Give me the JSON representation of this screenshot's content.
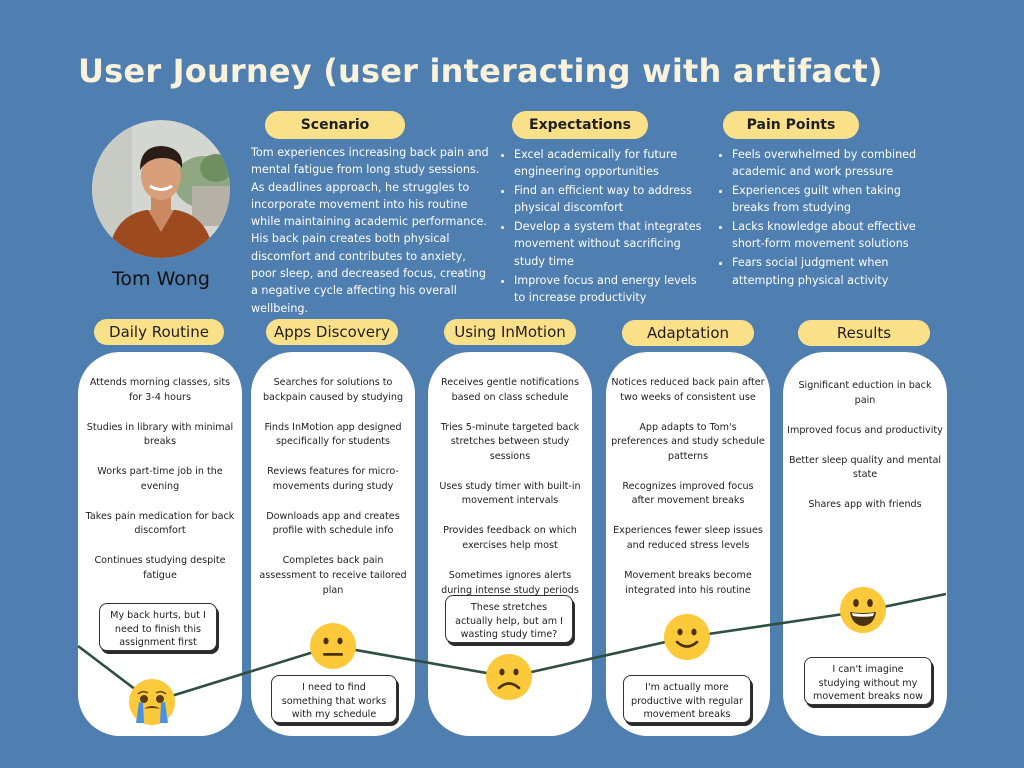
{
  "title": "User Journey (user interacting with artifact)",
  "persona": {
    "name": "Tom Wong"
  },
  "scenario": {
    "label": "Scenario",
    "text": "Tom experiences increasing back pain and mental fatigue from long study sessions. As deadlines approach, he struggles to incorporate movement into his routine while maintaining academic performance. His back pain creates both physical discomfort and contributes to anxiety, poor sleep, and decreased focus, creating a negative cycle affecting his overall wellbeing."
  },
  "expectations": {
    "label": "Expectations",
    "items": [
      "Excel academically for future engineering opportunities",
      "Find an efficient way to address physical discomfort",
      "Develop a system that integrates movement without sacrificing study time",
      "Improve focus and energy levels to increase productivity"
    ]
  },
  "pain_points": {
    "label": "Pain Points",
    "items": [
      "Feels overwhelmed by combined academic and work pressure",
      "Experiences guilt when taking breaks from studying",
      "Lacks knowledge about effective short-form movement solutions",
      "Fears social judgment when attempting physical activity"
    ]
  },
  "stages": [
    {
      "label": "Daily Routine",
      "items": [
        "Attends morning classes, sits for 3-4 hours",
        "Studies in library with minimal breaks",
        "Works part-time job in the evening",
        "Takes pain medication for back discomfort",
        "Continues studying despite fatigue"
      ],
      "quote": "My back hurts, but I need to finish this assignment first",
      "emotion": "crying-face-icon"
    },
    {
      "label": "Apps Discovery",
      "items": [
        "Searches for solutions to backpain caused by studying",
        "Finds InMotion app designed specifically for students",
        "Reviews features for micro-movements during study",
        "Downloads app and creates profile with schedule info",
        "Completes back pain assessment to receive tailored plan"
      ],
      "quote": "I need to find something that works with my schedule",
      "emotion": "neutral-face-icon"
    },
    {
      "label": "Using InMotion",
      "items": [
        "Receives gentle notifications based on class schedule",
        "Tries 5-minute targeted back stretches between study sessions",
        "Uses study timer with built-in movement intervals",
        "Provides feedback on which exercises help most",
        "Sometimes ignores alerts during intense study periods"
      ],
      "quote": "These stretches actually help, but am I wasting study time?",
      "emotion": "frowning-face-icon"
    },
    {
      "label": "Adaptation",
      "items": [
        "Notices reduced back pain after two weeks of consistent use",
        "App adapts to Tom's preferences and study schedule patterns",
        "Recognizes improved focus after movement breaks",
        "Experiences fewer sleep issues and reduced stress levels",
        "Movement breaks become integrated into his routine"
      ],
      "quote": "I'm actually more productive with regular movement breaks",
      "emotion": "smiling-face-icon"
    },
    {
      "label": "Results",
      "items": [
        "Significant eduction in back pain",
        "Improved focus and productivity",
        "Better sleep quality and mental state",
        "Shares app with friends"
      ],
      "quote": "I can't imagine studying without my movement breaks now",
      "emotion": "grinning-face-icon"
    }
  ],
  "colors": {
    "background": "#4f7eb0",
    "title": "#fbf2dc",
    "pill": "#fbe08a",
    "column": "#ffffff",
    "emotion_line": "#2f4f3f",
    "emoji": "#fcc93a"
  }
}
